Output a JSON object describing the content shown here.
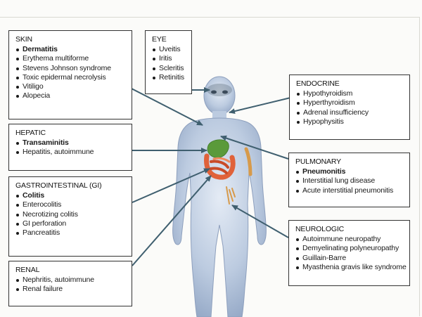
{
  "boxes": {
    "skin": {
      "title": "SKIN",
      "items": [
        "Dermatitis",
        "Erythema multiforme",
        "Stevens Johnson syndrome",
        "Toxic epidermal necrolysis",
        "Vitiligo",
        "Alopecia"
      ],
      "bold": [
        0
      ]
    },
    "eye": {
      "title": "EYE",
      "items": [
        "Uveitis",
        "Iritis",
        "Scleritis",
        "Retinitis"
      ],
      "bold": []
    },
    "endocrine": {
      "title": "ENDOCRINE",
      "items": [
        "Hypothyroidism",
        "Hyperthyroidism",
        "Adrenal insufficiency",
        "Hypophysitis"
      ],
      "bold": []
    },
    "hepatic": {
      "title": "HEPATIC",
      "items": [
        "Transaminitis",
        "Hepatitis, autoimmune"
      ],
      "bold": [
        0
      ]
    },
    "pulmonary": {
      "title": "PULMONARY",
      "items": [
        "Pneumonitis",
        "Interstitial lung disease",
        "Acute interstitial pneumonitis"
      ],
      "bold": [
        0
      ]
    },
    "gi": {
      "title": "GASTROINTESTINAL (GI)",
      "items": [
        "Colitis",
        "Enterocolitis",
        "Necrotizing colitis",
        "GI perforation",
        "Pancreatitis"
      ],
      "bold": [
        0
      ]
    },
    "neurologic": {
      "title": "NEUROLOGIC",
      "items": [
        "Autoimmune neuropathy",
        "Demyelinating polyneuropathy",
        "Guillain-Barre",
        "Myasthenia gravis like syndrome"
      ],
      "bold": []
    },
    "renal": {
      "title": "RENAL",
      "items": [
        "Nephritis, autoimmune",
        "Renal failure"
      ],
      "bold": []
    }
  },
  "colors": {
    "body": "#b9c7dd",
    "body_edge": "#8d9fbd",
    "arrow": "#3f5f6f",
    "liver": "#5a9a3a",
    "intestine": "#e0623a",
    "nerve": "#d79a4a"
  }
}
